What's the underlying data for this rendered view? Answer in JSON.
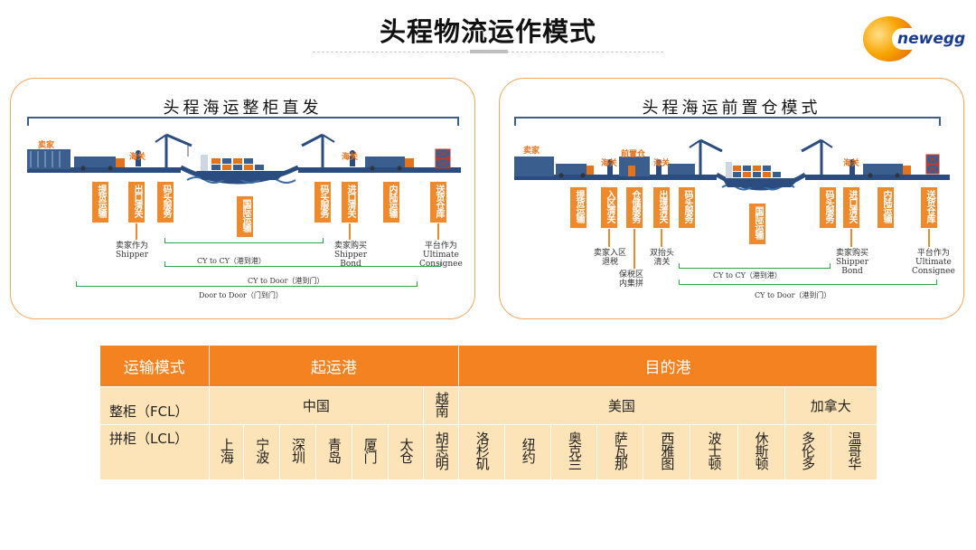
{
  "page_title": "头程物流运作模式",
  "logo": {
    "text": "newegg",
    "icon": "newegg-logo-icon"
  },
  "left_panel": {
    "title": "头程海运整柜直发",
    "labels": {
      "seller": "卖家",
      "customs_1": "海关",
      "customs_2": "海关"
    },
    "steps": [
      "提货运输",
      "出口清关",
      "码头服务",
      "国际运输",
      "码头服务",
      "进口清关",
      "内陆运输",
      "送货仓库"
    ],
    "notes": {
      "shipper": [
        "卖家作为",
        "Shipper"
      ],
      "bond": [
        "卖家购买",
        "Shipper",
        "Bond"
      ],
      "consignee": [
        "平台作为",
        "Ultimate",
        "Consignee"
      ]
    },
    "lines": {
      "cy_cy": "CY to CY（港到港）",
      "cy_door": "CY to Door（港到门）",
      "door_door": "Door to Door（门到门）"
    }
  },
  "right_panel": {
    "title": "头程海运前置仓模式",
    "labels": {
      "seller": "卖家",
      "front_warehouse": "前置仓",
      "customs_1": "海关",
      "customs_2": "海关",
      "customs_3": "海关"
    },
    "steps": [
      "提货运输",
      "入区清关",
      "仓储服务",
      "出境清关",
      "码头服务",
      "国际运输",
      "码头服务",
      "进口清关",
      "内陆运输",
      "送货仓库"
    ],
    "notes": {
      "tax_refund": [
        "卖家入区",
        "退税"
      ],
      "bonded": [
        "保税区",
        "内集拼"
      ],
      "dual_clear": [
        "双抬头",
        "清关"
      ],
      "bond": [
        "卖家购买",
        "Shipper",
        "Bond"
      ],
      "consignee": [
        "平台作为",
        "Ultimate",
        "Consignee"
      ]
    },
    "lines": {
      "cy_cy": "CY to CY（港到港）",
      "cy_door": "CY to Door（港到门）"
    }
  },
  "ports_table": {
    "headers": {
      "mode": "运输模式",
      "origin": "起运港",
      "destination": "目的港"
    },
    "modes": {
      "fcl": "整柜（FCL）",
      "lcl": "拼柜（LCL）"
    },
    "countries": {
      "china": "中国",
      "vietnam": "越南",
      "usa": "美国",
      "canada": "加拿大"
    },
    "origin_ports": [
      "上海",
      "宁波",
      "深圳",
      "青岛",
      "厦门",
      "太仓",
      "胡志明"
    ],
    "dest_ports": [
      "洛杉矶",
      "纽约",
      "奥克兰",
      "萨瓦那",
      "西雅图",
      "波士顿",
      "休斯顿",
      "多伦多",
      "温哥华"
    ]
  },
  "colors": {
    "orange": "#f58220",
    "light_orange": "#fde4b8",
    "navy": "#2b4c7e",
    "green": "#2fa54b"
  }
}
